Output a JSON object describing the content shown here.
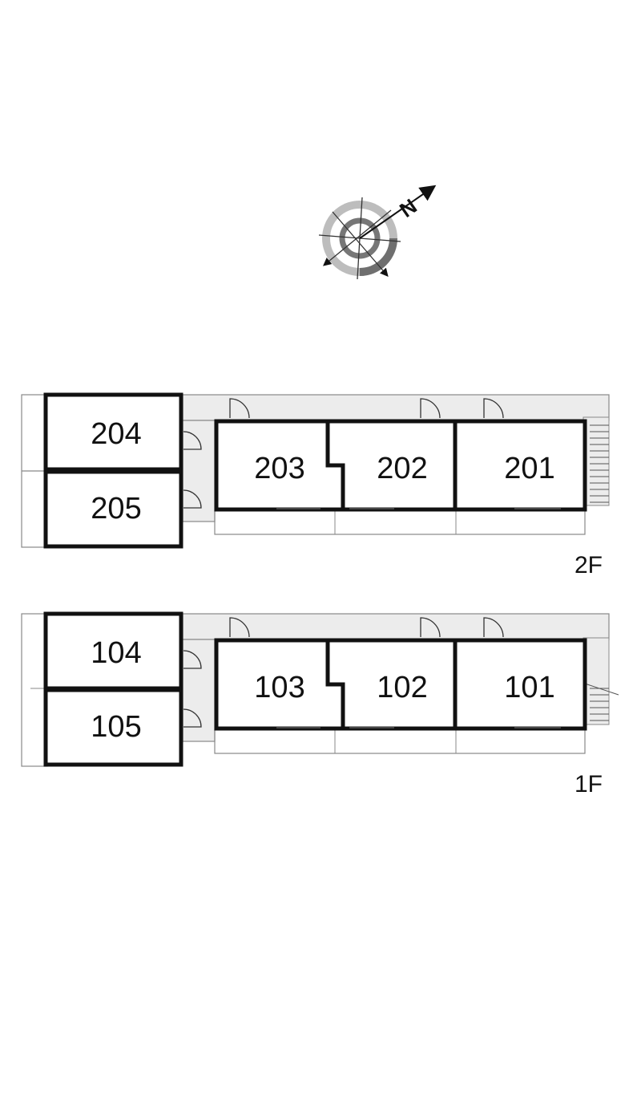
{
  "compass": {
    "north_letter": "N"
  },
  "floors": [
    {
      "label": "2F",
      "rooms": [
        {
          "number": "204"
        },
        {
          "number": "205"
        },
        {
          "number": "203"
        },
        {
          "number": "202"
        },
        {
          "number": "201"
        }
      ]
    },
    {
      "label": "1F",
      "rooms": [
        {
          "number": "104"
        },
        {
          "number": "105"
        },
        {
          "number": "103"
        },
        {
          "number": "102"
        },
        {
          "number": "101"
        }
      ]
    }
  ],
  "colors": {
    "wall": "#111111",
    "corridor": "#ececec",
    "thin_line": "#888888",
    "compass_ring": "#777777"
  }
}
